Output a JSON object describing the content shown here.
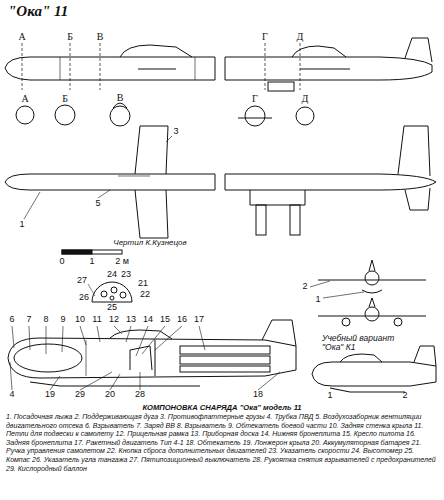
{
  "diagram": {
    "title": "\"Ока\" 11",
    "caption": "КОМПОНОВКА СНАРЯДА \"Ока\" модель 11",
    "labels": [
      "А",
      "Б",
      "В",
      "Г",
      "Д",
      "А",
      "Б",
      "В",
      "Г",
      "Д",
      "5",
      "1",
      "3",
      "Чертил К.Кузнецов",
      "0",
      "1",
      "2 м",
      "2",
      "1",
      "24",
      "23",
      "21",
      "22",
      "27",
      "26",
      "25",
      "6",
      "7",
      "8",
      "9",
      "10",
      "11",
      "12",
      "13",
      "14",
      "15",
      "16",
      "17",
      "18",
      "19",
      "29",
      "20",
      "28",
      "4",
      "Учебный вариант \"Ока\" К1",
      "1",
      "2",
      "1. Посадочная лыжа 2. Поддерживающая дуга 3. Противофлаттерные грузы 4. Трубка ПВД 5. Воздухозаборник вентиляции двигательного отсека 6. Взрыватель 7. Заряд ВВ 8. Взрыватель 9. Обтекатель боевой части 10. Задняя стенка крыла 11. Петли для подвески к самолету 12. Прицельная рамка 13. Приборная доска 14. Нижняя бронеплита 15. Кресло пилота 16. Задняя бронеплита 17. Ракетный двигатель Тип 4-1 18. Обтекатель 19. Лонжерон крыла 20. Аккумуляторная батарея 21. Ручка управления самолетом 22. Кнопка сброса дополнительных двигателей 23. Указатель скорости 24. Высотомер 25. Компас 26. Указатель угла тангажа 27. Пятипозиционный выключатель 28. Рукоятка снятия взрывателей с предохранителей 29. Кислородный баллон"
    ]
  }
}
